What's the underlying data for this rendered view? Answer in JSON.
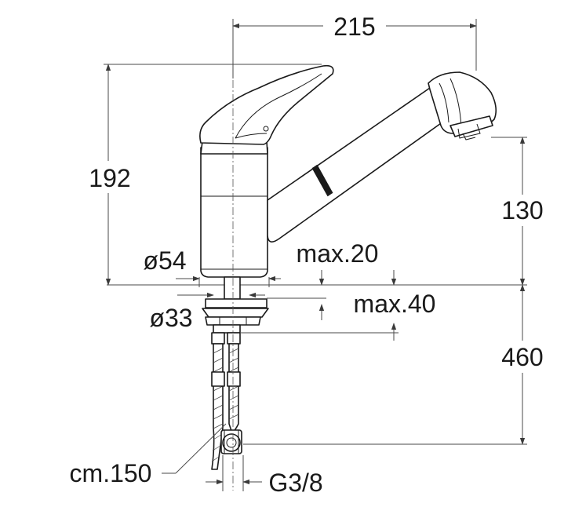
{
  "drawing": {
    "dimensions": {
      "width_total": "215",
      "height_total": "192",
      "spout_height": "130",
      "hose_length": "460",
      "base_diameter": "ø54",
      "hole_diameter": "ø33",
      "counter_max_a": "max.20",
      "counter_max_b": "max.40",
      "pipe_length": "cm.150",
      "thread": "G3/8"
    },
    "colors": {
      "line": "#1a1a1a",
      "dimension_line": "#4a4a4a",
      "background": "#ffffff"
    }
  }
}
